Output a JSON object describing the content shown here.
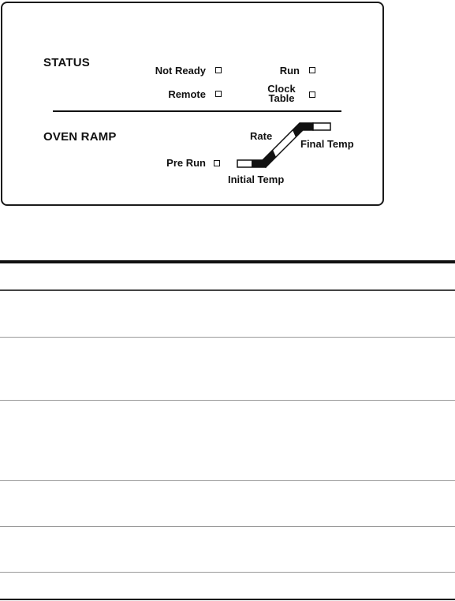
{
  "panel": {
    "status": {
      "title": "STATUS",
      "indicators": {
        "not_ready": "Not Ready",
        "run": "Run",
        "remote": "Remote",
        "clock_table_line1": "Clock",
        "clock_table_line2": "Table"
      }
    },
    "oven_ramp": {
      "title": "OVEN RAMP",
      "pre_run": "Pre Run",
      "rate": "Rate",
      "final_temp": "Final Temp",
      "initial_temp": "Initial Temp"
    }
  },
  "table": {
    "rows": [
      "",
      "",
      "",
      "",
      "",
      ""
    ]
  }
}
